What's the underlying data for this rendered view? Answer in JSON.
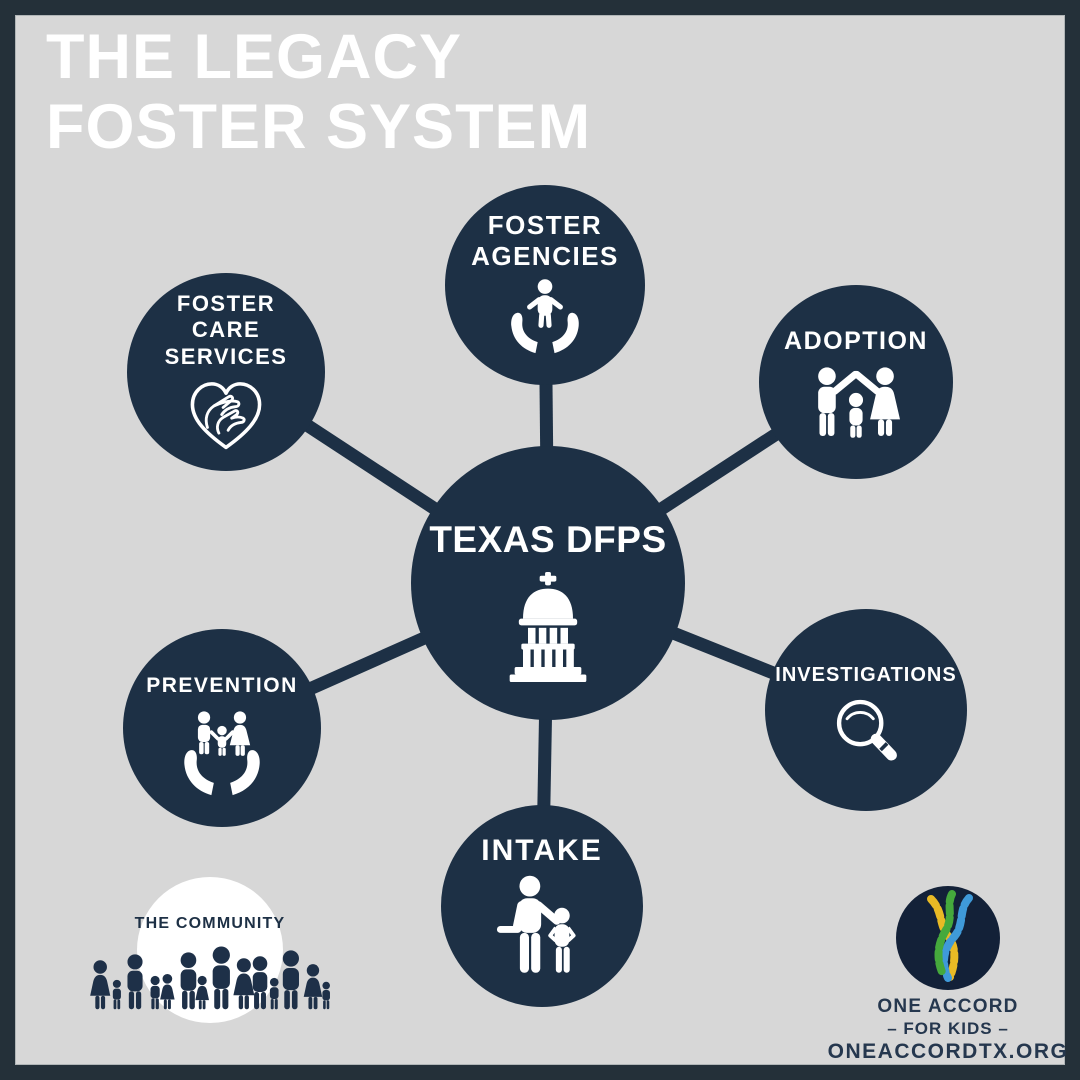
{
  "title": {
    "line1": "THE LEGACY",
    "line2": "FOSTER SYSTEM"
  },
  "center_node": {
    "label": "TEXAS DFPS",
    "icon": "capitol-building-icon"
  },
  "nodes": [
    {
      "id": "foster-agencies",
      "label": "FOSTER\nAGENCIES",
      "icon": "hands-holding-child-icon"
    },
    {
      "id": "adoption",
      "label": "ADOPTION",
      "icon": "adoptive-family-icon"
    },
    {
      "id": "foster-care-services",
      "label": "FOSTER\nCARE\nSERVICES",
      "icon": "heart-in-hands-icon"
    },
    {
      "id": "prevention",
      "label": "PREVENTION",
      "icon": "family-in-hands-icon"
    },
    {
      "id": "investigations",
      "label": "INVESTIGATIONS",
      "icon": "magnifying-glass-icon"
    },
    {
      "id": "intake",
      "label": "INTAKE",
      "icon": "caseworker-with-child-icon"
    }
  ],
  "community": {
    "label": "THE COMMUNITY",
    "icon": "community-crowd-icon"
  },
  "footer": {
    "org_name": "ONE ACCORD",
    "tagline": "– FOR KIDS –",
    "website": "ONEACCORDTX.ORG",
    "icon": "rope-knot-logo"
  },
  "colors": {
    "frame": "#243039",
    "panel_background": "#d7d7d7",
    "node_fill": "#1d3045",
    "connector": "#1d3045",
    "text_light": "#ffffff",
    "text_dark": "#25374e",
    "community_circle": "#ffffff",
    "logo_circle": "#132138",
    "rope_yellow": "#e9ba25",
    "rope_blue": "#3f9ad9",
    "rope_green": "#45a93c"
  }
}
